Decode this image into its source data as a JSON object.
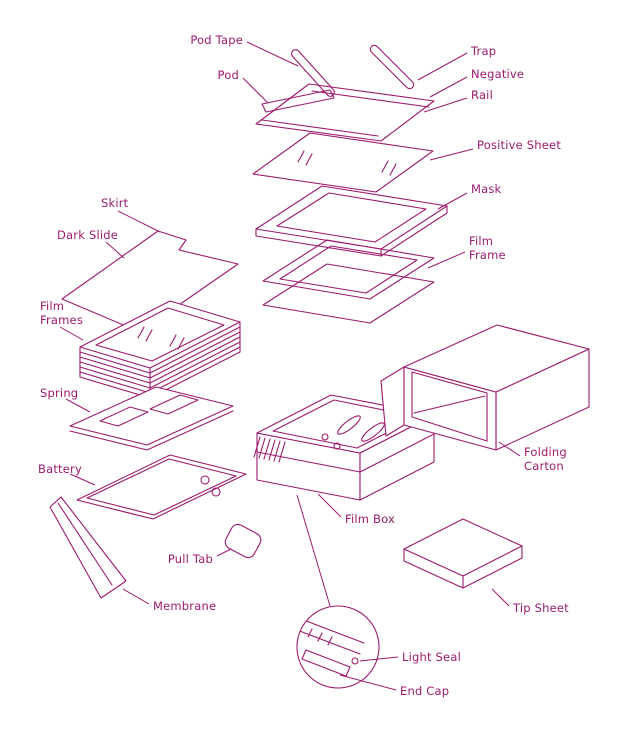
{
  "colors": {
    "line": "#9c1a6e",
    "background": "#ffffff"
  },
  "labels": {
    "pod_tape": "Pod Tape",
    "trap": "Trap",
    "pod": "Pod",
    "negative": "Negative",
    "rail": "Rail",
    "positive_sheet": "Positive Sheet",
    "mask": "Mask",
    "film_frame": [
      "Film",
      "Frame"
    ],
    "skirt": "Skirt",
    "dark_slide": "Dark Slide",
    "film_frames": [
      "Film",
      "Frames"
    ],
    "spring": "Spring",
    "battery": "Battery",
    "pull_tab": "Pull Tab",
    "membrane": "Membrane",
    "folding_carton": [
      "Folding",
      "Carton"
    ],
    "film_box": "Film Box",
    "tip_sheet": "Tip Sheet",
    "light_seal": "Light Seal",
    "end_cap": "End Cap"
  }
}
